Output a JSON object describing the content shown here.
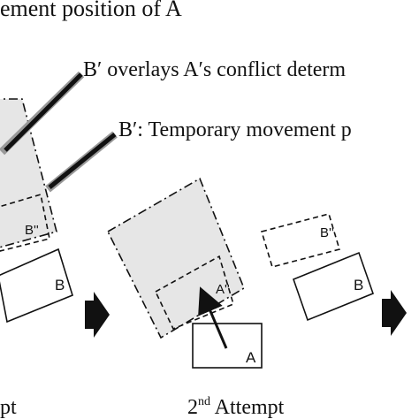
{
  "captions": {
    "top_line": "ement position of A",
    "overlay_note": "B′ overlays A′s conflict determ",
    "temp_note": "B′: Temporary movement p"
  },
  "labels": {
    "a": "A",
    "a_prime": "A''",
    "b": "B",
    "b_prime": "B''"
  },
  "attempts": {
    "first_partial": "pt",
    "second_prefix": "2",
    "second_sup": "nd",
    "second_suffix": " Attempt"
  },
  "colors": {
    "shade": "#e6e6e6",
    "ink": "#111111"
  }
}
